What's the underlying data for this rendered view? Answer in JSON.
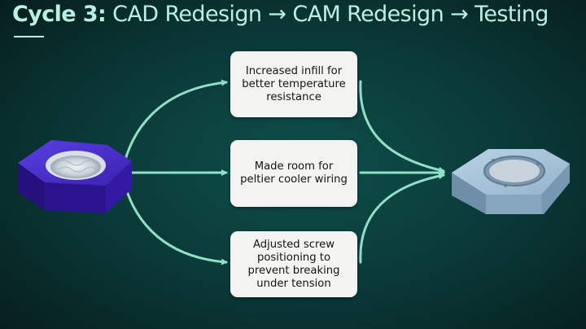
{
  "slide": {
    "title_strong": "Cycle 3:",
    "title_rest": " CAD Redesign → CAM Redesign → Testing"
  },
  "changes": [
    {
      "text": "Increased infill for better temperature resistance"
    },
    {
      "text": "Made room for peltier cooler wiring"
    },
    {
      "text": "Adjusted screw positioning to prevent breaking under tension"
    }
  ],
  "colors": {
    "accent": "#b9f0e1",
    "arrow": "#8fe0c7",
    "box": "#f3f3f1",
    "old_part": "#4a2ec8",
    "new_part": "#a9c6dc"
  },
  "images": {
    "left": "purple-3d-printed-part",
    "right": "blue-cad-model-render"
  }
}
